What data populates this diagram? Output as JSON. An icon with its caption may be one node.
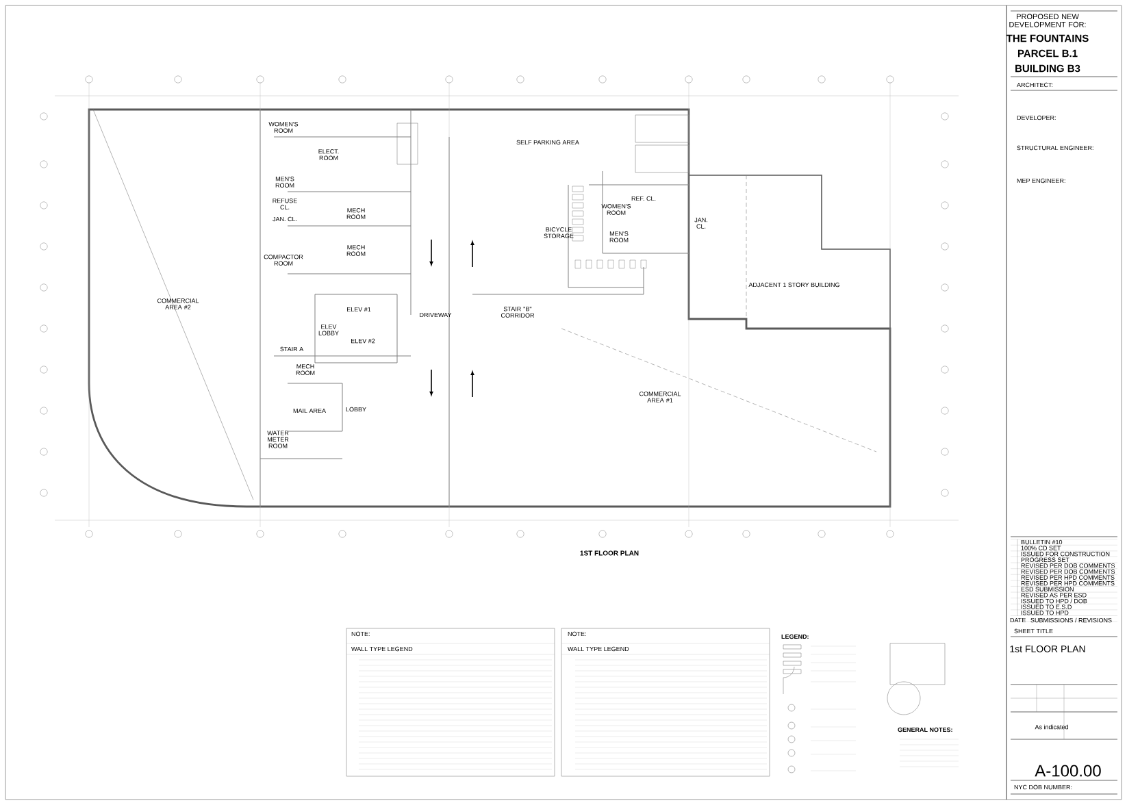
{
  "diagram": {
    "labels": [
      "PROPOSED NEW DEVELOPMENT FOR:",
      "THE FOUNTAINS",
      "PARCEL B.1",
      "BUILDING B3",
      "ARCHITECT:",
      "DEVELOPER:",
      "STRUCTURAL ENGINEER:",
      "MEP ENGINEER:",
      "WOMEN'S ROOM",
      "MEN'S ROOM",
      "ELECT. ROOM",
      "REFUSE CL.",
      "JAN. CL.",
      "MECH ROOM",
      "MECH ROOM",
      "COMPACTOR ROOM",
      "COMMERCIAL AREA #2",
      "ELEV #1",
      "ELEV LOBBY",
      "ELEV #2",
      "STAIR A",
      "MECH ROOM",
      "MAIL AREA",
      "LOBBY",
      "WATER METER ROOM",
      "SELF PARKING AREA",
      "DRIVEWAY",
      "BICYCLE STORAGE",
      "STAIR \"B\" CORRIDOR",
      "REF. CL.",
      "WOMEN'S ROOM",
      "MEN'S ROOM",
      "JAN. CL.",
      "ADJACENT 1 STORY BUILDING",
      "COMMERCIAL AREA #1",
      "1ST FLOOR PLAN",
      "NOTE:",
      "WALL TYPE LEGEND",
      "NOTE:",
      "WALL TYPE LEGEND",
      "LEGEND:",
      "GENERAL NOTES:",
      "BULLETIN #10",
      "100% CD SET",
      "ISSUED FOR CONSTRUCTION",
      "PROGRESS SET",
      "REVISED PER DOB COMMENTS",
      "REVISED PER DOB COMMENTS",
      "REVISED PER HPD COMMENTS",
      "REVISED PER HPD COMMENTS",
      "ESD SUBMISSION",
      "REVISED AS PER ESD",
      "ISSUED TO HPD / DOB",
      "ISSUED TO E.S.D",
      "ISSUED TO HPD",
      "DATE",
      "SUBMISSIONS / REVISIONS",
      "SHEET TITLE",
      "1st FLOOR PLAN",
      "As indicated",
      "A-100.00",
      "NYC DOB NUMBER:"
    ]
  }
}
